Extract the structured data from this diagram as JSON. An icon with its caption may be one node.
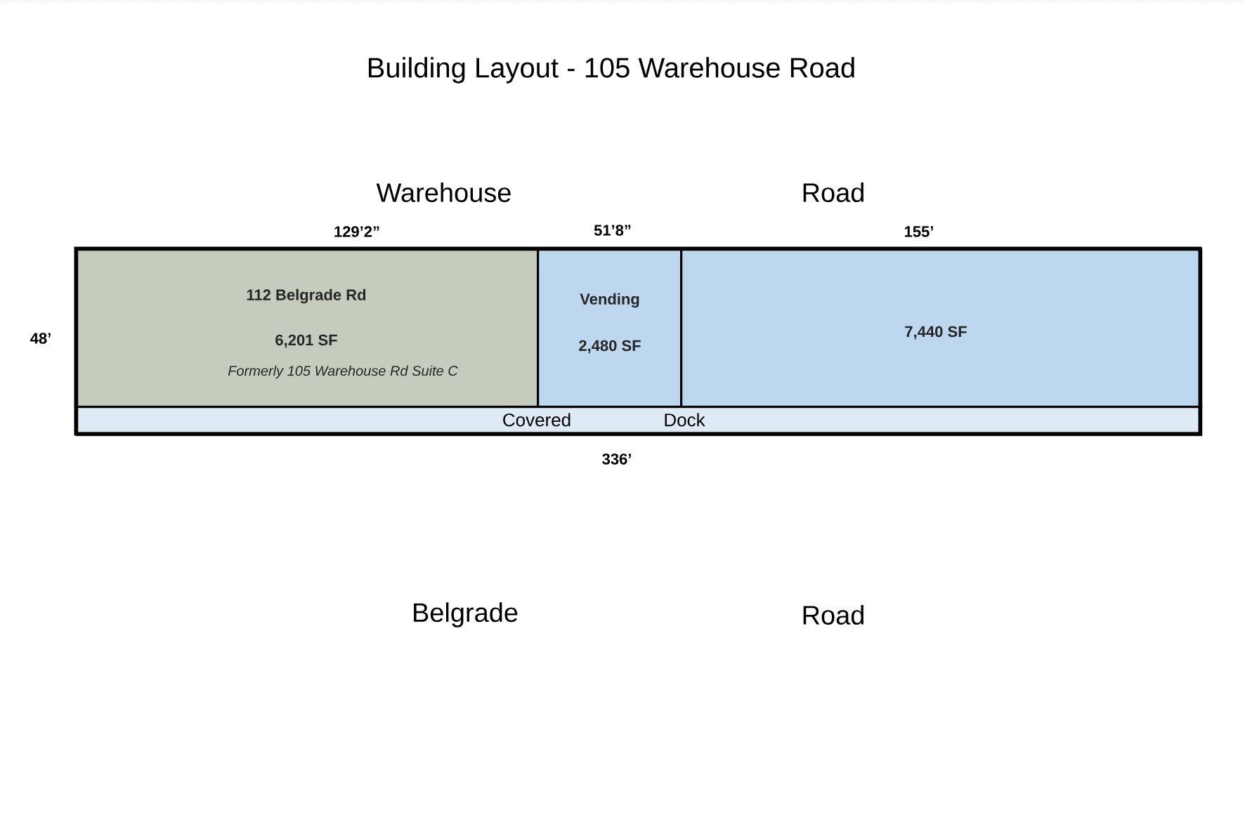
{
  "diagram": {
    "title": "Building Layout - 105 Warehouse Road",
    "nodes": [
      {
        "text": [
          "112 Belgrade Rd",
          "6,201 SF",
          "Formerly 105 Warehouse Rd Suite C"
        ]
      },
      {
        "text": [
          "Vending",
          "2,480 SF"
        ]
      },
      {
        "text": [
          "7,440 SF"
        ]
      },
      {
        "text": [
          "Covered",
          "Dock"
        ]
      }
    ],
    "labels": [
      "Warehouse",
      "Road",
      "129’2”",
      "51’8”",
      "155’",
      "48’",
      "336’",
      "Belgrade",
      "Road"
    ]
  }
}
